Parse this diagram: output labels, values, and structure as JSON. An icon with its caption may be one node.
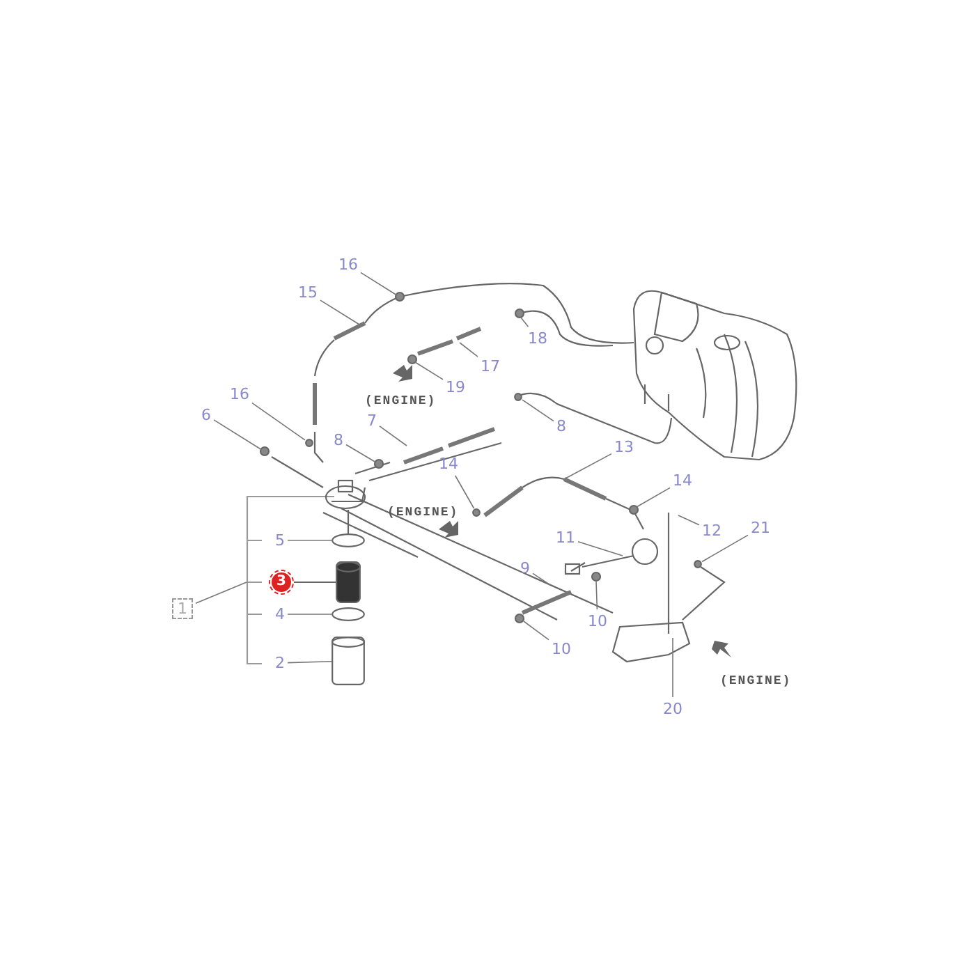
{
  "diagram": {
    "nodes": [
      {
        "text": [
          "16"
        ]
      },
      {
        "text": [
          "15"
        ]
      },
      {
        "text": [
          "18"
        ]
      },
      {
        "text": [
          "17"
        ]
      },
      {
        "text": [
          "19"
        ]
      },
      {
        "text": [
          "16"
        ]
      },
      {
        "text": [
          "6"
        ]
      },
      {
        "text": [
          "7"
        ]
      },
      {
        "text": [
          "8"
        ]
      },
      {
        "text": [
          "8"
        ]
      },
      {
        "text": [
          "13"
        ]
      },
      {
        "text": [
          "14"
        ]
      },
      {
        "text": [
          "14"
        ]
      },
      {
        "text": [
          "21"
        ]
      },
      {
        "text": [
          "12"
        ]
      },
      {
        "text": [
          "11"
        ]
      },
      {
        "text": [
          "5"
        ]
      },
      {
        "text": [
          "9"
        ]
      },
      {
        "text": [
          "3"
        ]
      },
      {
        "text": [
          "1"
        ]
      },
      {
        "text": [
          "4"
        ]
      },
      {
        "text": [
          "10"
        ]
      },
      {
        "text": [
          "10"
        ]
      },
      {
        "text": [
          "2"
        ]
      },
      {
        "text": [
          "20"
        ]
      },
      {
        "text": [],
        "shape": "bracket"
      },
      {
        "text": [],
        "shape": "circle"
      },
      {
        "text": [],
        "shape": "cylinder"
      },
      {
        "text": [],
        "shape": "circle"
      },
      {
        "text": [],
        "shape": "cylinder"
      },
      {
        "text": [],
        "shape": "circle"
      },
      {
        "text": [],
        "shape": "circle"
      },
      {
        "text": [],
        "shape": "circle"
      },
      {
        "text": [],
        "shape": "circle"
      }
    ],
    "edges": [
      {
        "from": 0,
        "to": null,
        "arrow": "none"
      },
      {
        "from": 1,
        "to": null,
        "arrow": "none"
      },
      {
        "from": 2,
        "to": null,
        "arrow": "none"
      },
      {
        "from": 3,
        "to": null,
        "arrow": "none"
      },
      {
        "from": 4,
        "to": null,
        "arrow": "none"
      },
      {
        "from": 5,
        "to": 30,
        "arrow": "none"
      },
      {
        "from": 6,
        "to": null,
        "arrow": "none"
      },
      {
        "from": 7,
        "to": null,
        "arrow": "none"
      },
      {
        "from": 8,
        "to": 31,
        "arrow": "none"
      },
      {
        "from": 9,
        "to": null,
        "arrow": "none"
      },
      {
        "from": 10,
        "to": null,
        "arrow": "none"
      },
      {
        "from": 11,
        "to": 32,
        "arrow": "none"
      },
      {
        "from": 12,
        "to": null,
        "arrow": "none"
      },
      {
        "from": 13,
        "to": 33,
        "arrow": "none"
      },
      {
        "from": 14,
        "to": null,
        "arrow": "none"
      },
      {
        "from": 15,
        "to": null,
        "arrow": "none"
      },
      {
        "from": 16,
        "to": 26,
        "arrow": "none"
      },
      {
        "from": 17,
        "to": null,
        "arrow": "none"
      },
      {
        "from": 18,
        "to": 27,
        "arrow": "none",
        "color": "#333333"
      },
      {
        "from": 19,
        "to": 25,
        "arrow": "none"
      },
      {
        "from": 20,
        "to": 28,
        "arrow": "none"
      },
      {
        "from": 21,
        "to": null,
        "arrow": "none"
      },
      {
        "from": 22,
        "to": null,
        "arrow": "none"
      },
      {
        "from": 23,
        "to": 29,
        "arrow": "none"
      },
      {
        "from": 24,
        "to": null,
        "arrow": "none"
      }
    ],
    "labels": [
      "(ENGINE)",
      "(ENGINE)",
      "(ENGINE)"
    ]
  }
}
